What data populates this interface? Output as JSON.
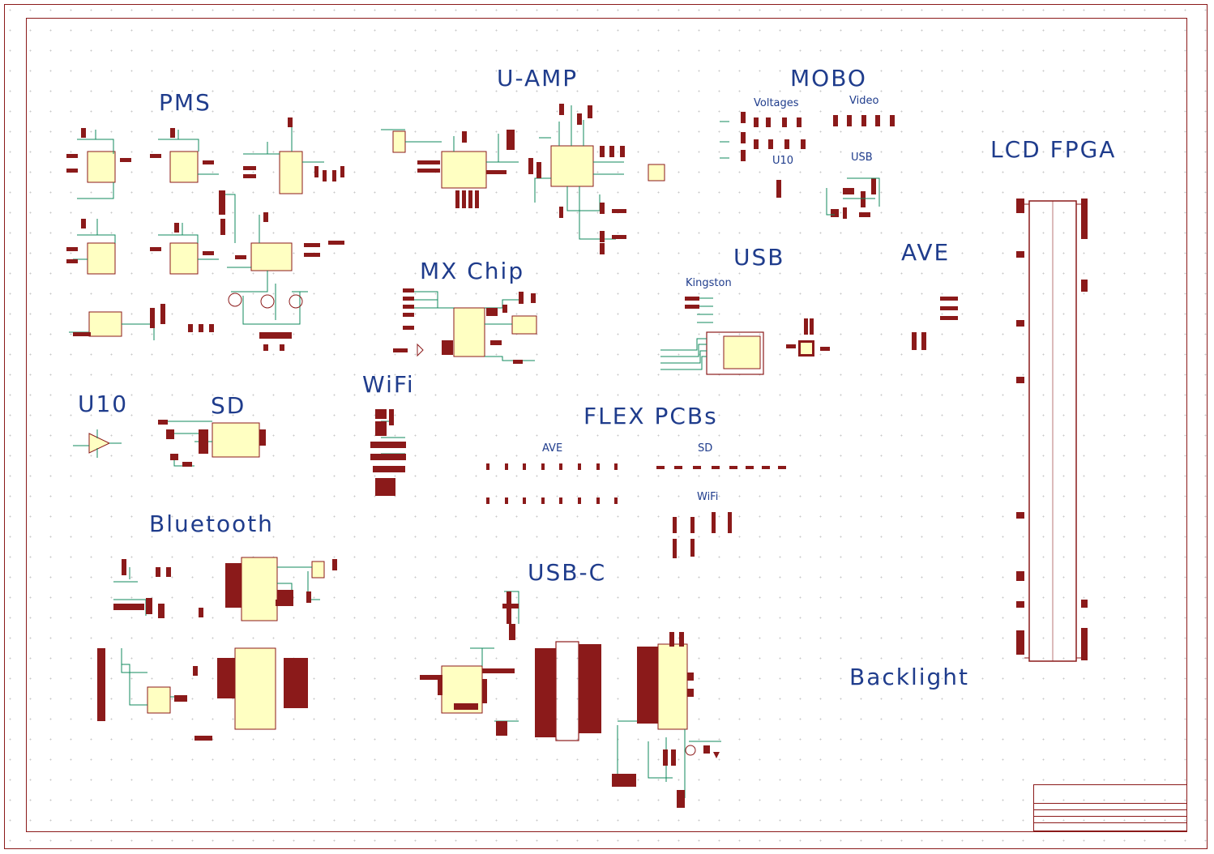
{
  "sections": {
    "pms": "PMS",
    "u_amp": "U-AMP",
    "mobo": "MOBO",
    "mobo_voltages": "Voltages",
    "mobo_video": "Video",
    "mobo_u10": "U10",
    "mobo_usb": "USB",
    "lcd_fpga": "LCD FPGA",
    "mx_chip": "MX Chip",
    "usb": "USB",
    "usb_kingston": "Kingston",
    "ave": "AVE",
    "u10": "U10",
    "sd": "SD",
    "wifi": "WiFi",
    "flex_pcbs": "FLEX PCBs",
    "flex_ave": "AVE",
    "flex_sd": "SD",
    "flex_wifi": "WiFi",
    "bluetooth": "Bluetooth",
    "usb_c": "USB-C",
    "backlight": "Backlight"
  },
  "colors": {
    "wire": "#108a5e",
    "component": "#8b1a1a",
    "body_fill": "#ffffc2",
    "label": "#1f3c8c",
    "grid": "#c8c8c8"
  }
}
